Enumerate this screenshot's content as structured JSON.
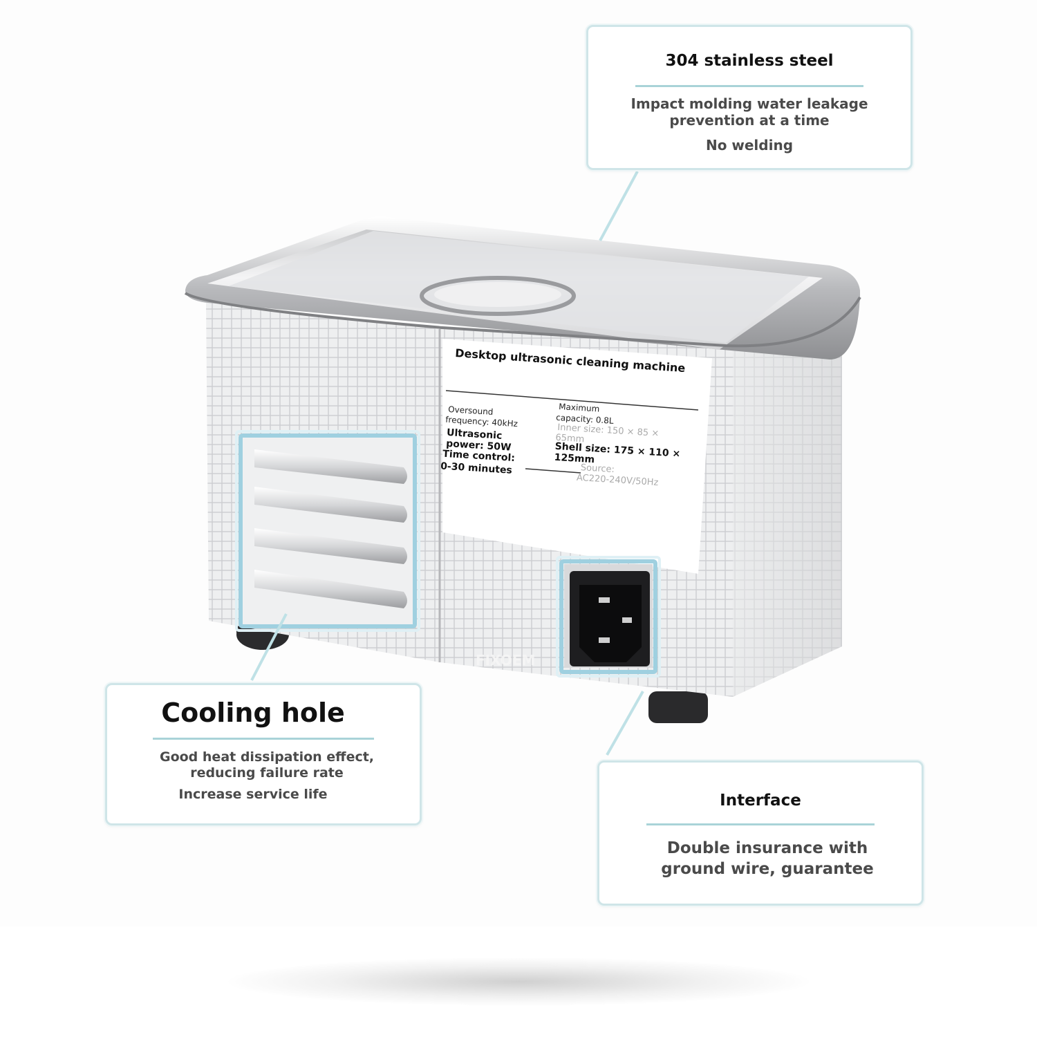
{
  "callouts": {
    "steel": {
      "title": "304 stainless steel",
      "line1": "Impact molding water leakage",
      "line2": "prevention at a time",
      "line3": "No welding"
    },
    "cooling": {
      "title": "Cooling hole",
      "line1": "Good heat dissipation effect,",
      "line2": "reducing failure rate",
      "line3": "Increase service life"
    },
    "interface": {
      "title": "Interface",
      "line1": "Double insurance with",
      "line2": "ground wire, guarantee"
    }
  },
  "product_label": {
    "title": "Desktop ultrasonic cleaning machine",
    "left_col": [
      "Oversound",
      "frequency: 40kHz",
      "Ultrasonic",
      "power: 50W",
      "Time control:",
      "0-30 minutes"
    ],
    "right_col": [
      "Maximum",
      "capacity: 0.8L",
      "Inner size: 150 × 85 ×",
      "65mm",
      "Shell size: 175 × 110 ×",
      "125mm",
      "Source:",
      "AC220-240V/50Hz"
    ]
  },
  "watermark": "FIXOEM",
  "colors": {
    "callout_border": "#cfe5e8",
    "accent_rule": "#a9d3d8",
    "highlight_frame": "#9fd0e0",
    "steel": "#d9dadc"
  }
}
